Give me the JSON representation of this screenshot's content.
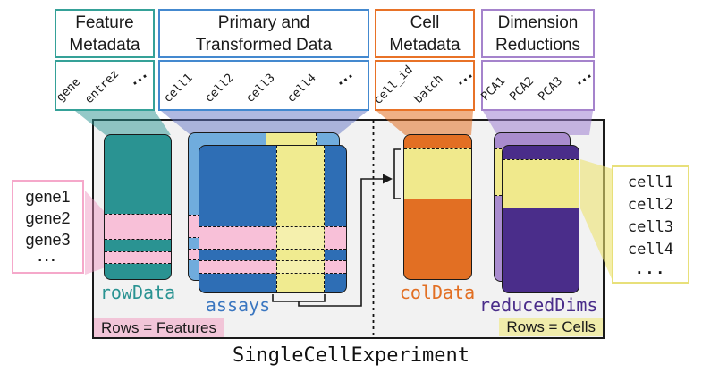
{
  "diagram_title": "SingleCellExperiment",
  "columns": [
    {
      "title_line1": "Feature",
      "title_line2": "Metadata",
      "fields": [
        "gene",
        "entrez"
      ],
      "dots": "···"
    },
    {
      "title_line1": "Primary and",
      "title_line2": "Transformed Data",
      "fields": [
        "cell1",
        "cell2",
        "cell3",
        "cell4"
      ],
      "dots": "···"
    },
    {
      "title_line1": "Cell",
      "title_line2": "Metadata",
      "fields": [
        "cell_id",
        "batch"
      ],
      "dots": "···"
    },
    {
      "title_line1": "Dimension",
      "title_line2": "Reductions",
      "fields": [
        "PCA1",
        "PCA2",
        "PCA3"
      ],
      "dots": "···"
    }
  ],
  "slots": {
    "row_data": "rowData",
    "assays": "assays",
    "col_data": "colData",
    "reduced_dims": "reducedDims"
  },
  "row_names_box": {
    "lines": [
      "gene1",
      "gene2",
      "gene3"
    ],
    "dots": "···"
  },
  "col_names_box": {
    "lines": [
      "cell1",
      "cell2",
      "cell3",
      "cell4"
    ],
    "dots": "···"
  },
  "legend": {
    "rows_features": "Rows = Features",
    "rows_cells": "Rows = Cells"
  },
  "colors": {
    "teal": "#2a9392",
    "blue_front": "#2e6eb5",
    "blue_back": "#70acdd",
    "orange": "#e26f23",
    "purple_dark": "#4a2d8a",
    "purple_light": "#a98cce",
    "pink": "#f8c0d8",
    "yellow": "#f0eb90",
    "beam_periwinkle": "#6274c4",
    "container_bg": "#f2f2f2",
    "border_black": "#1a1a1a"
  }
}
